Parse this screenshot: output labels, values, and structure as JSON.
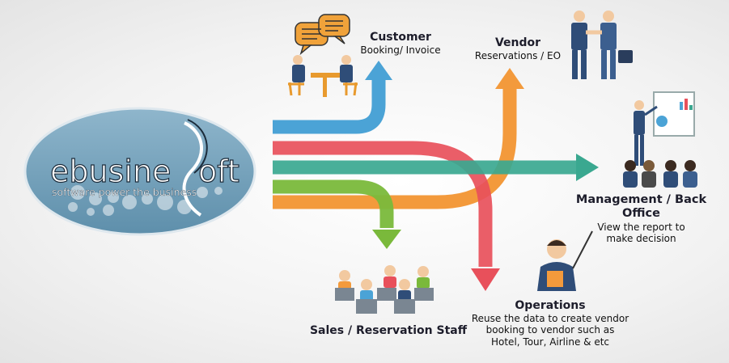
{
  "logo": {
    "text_left": "ebusine",
    "text_right": "oft",
    "tagline": "software power the business"
  },
  "nodes": {
    "customer": {
      "title": "Customer",
      "subtitle": "Booking/ Invoice"
    },
    "vendor": {
      "title": "Vendor",
      "subtitle": "Reservations / EO"
    },
    "management": {
      "title": "Management / Back Office",
      "subtitle_line1": "View the report to",
      "subtitle_line2": "make decision"
    },
    "operations": {
      "title": "Operations",
      "subtitle_line1": "Reuse the data to create vendor",
      "subtitle_line2": "booking to vendor such as",
      "subtitle_line3": "Hotel, Tour, Airline & etc"
    },
    "sales": {
      "title": "Sales / Reservation Staff"
    }
  },
  "colors": {
    "blue": "#4ba3d6",
    "orange": "#f39a3c",
    "red": "#e8505b",
    "teal": "#3aa890",
    "green": "#7ab93b",
    "logo_fill": "#6f9fb9",
    "suit": "#2f4d78"
  },
  "icons": {
    "logo": "ebusinessoft-logo-icon",
    "customer": "meeting-table-icon",
    "vendor": "handshake-icon",
    "management": "presentation-icon",
    "operations": "teacher-icon",
    "sales": "call-center-icon"
  }
}
